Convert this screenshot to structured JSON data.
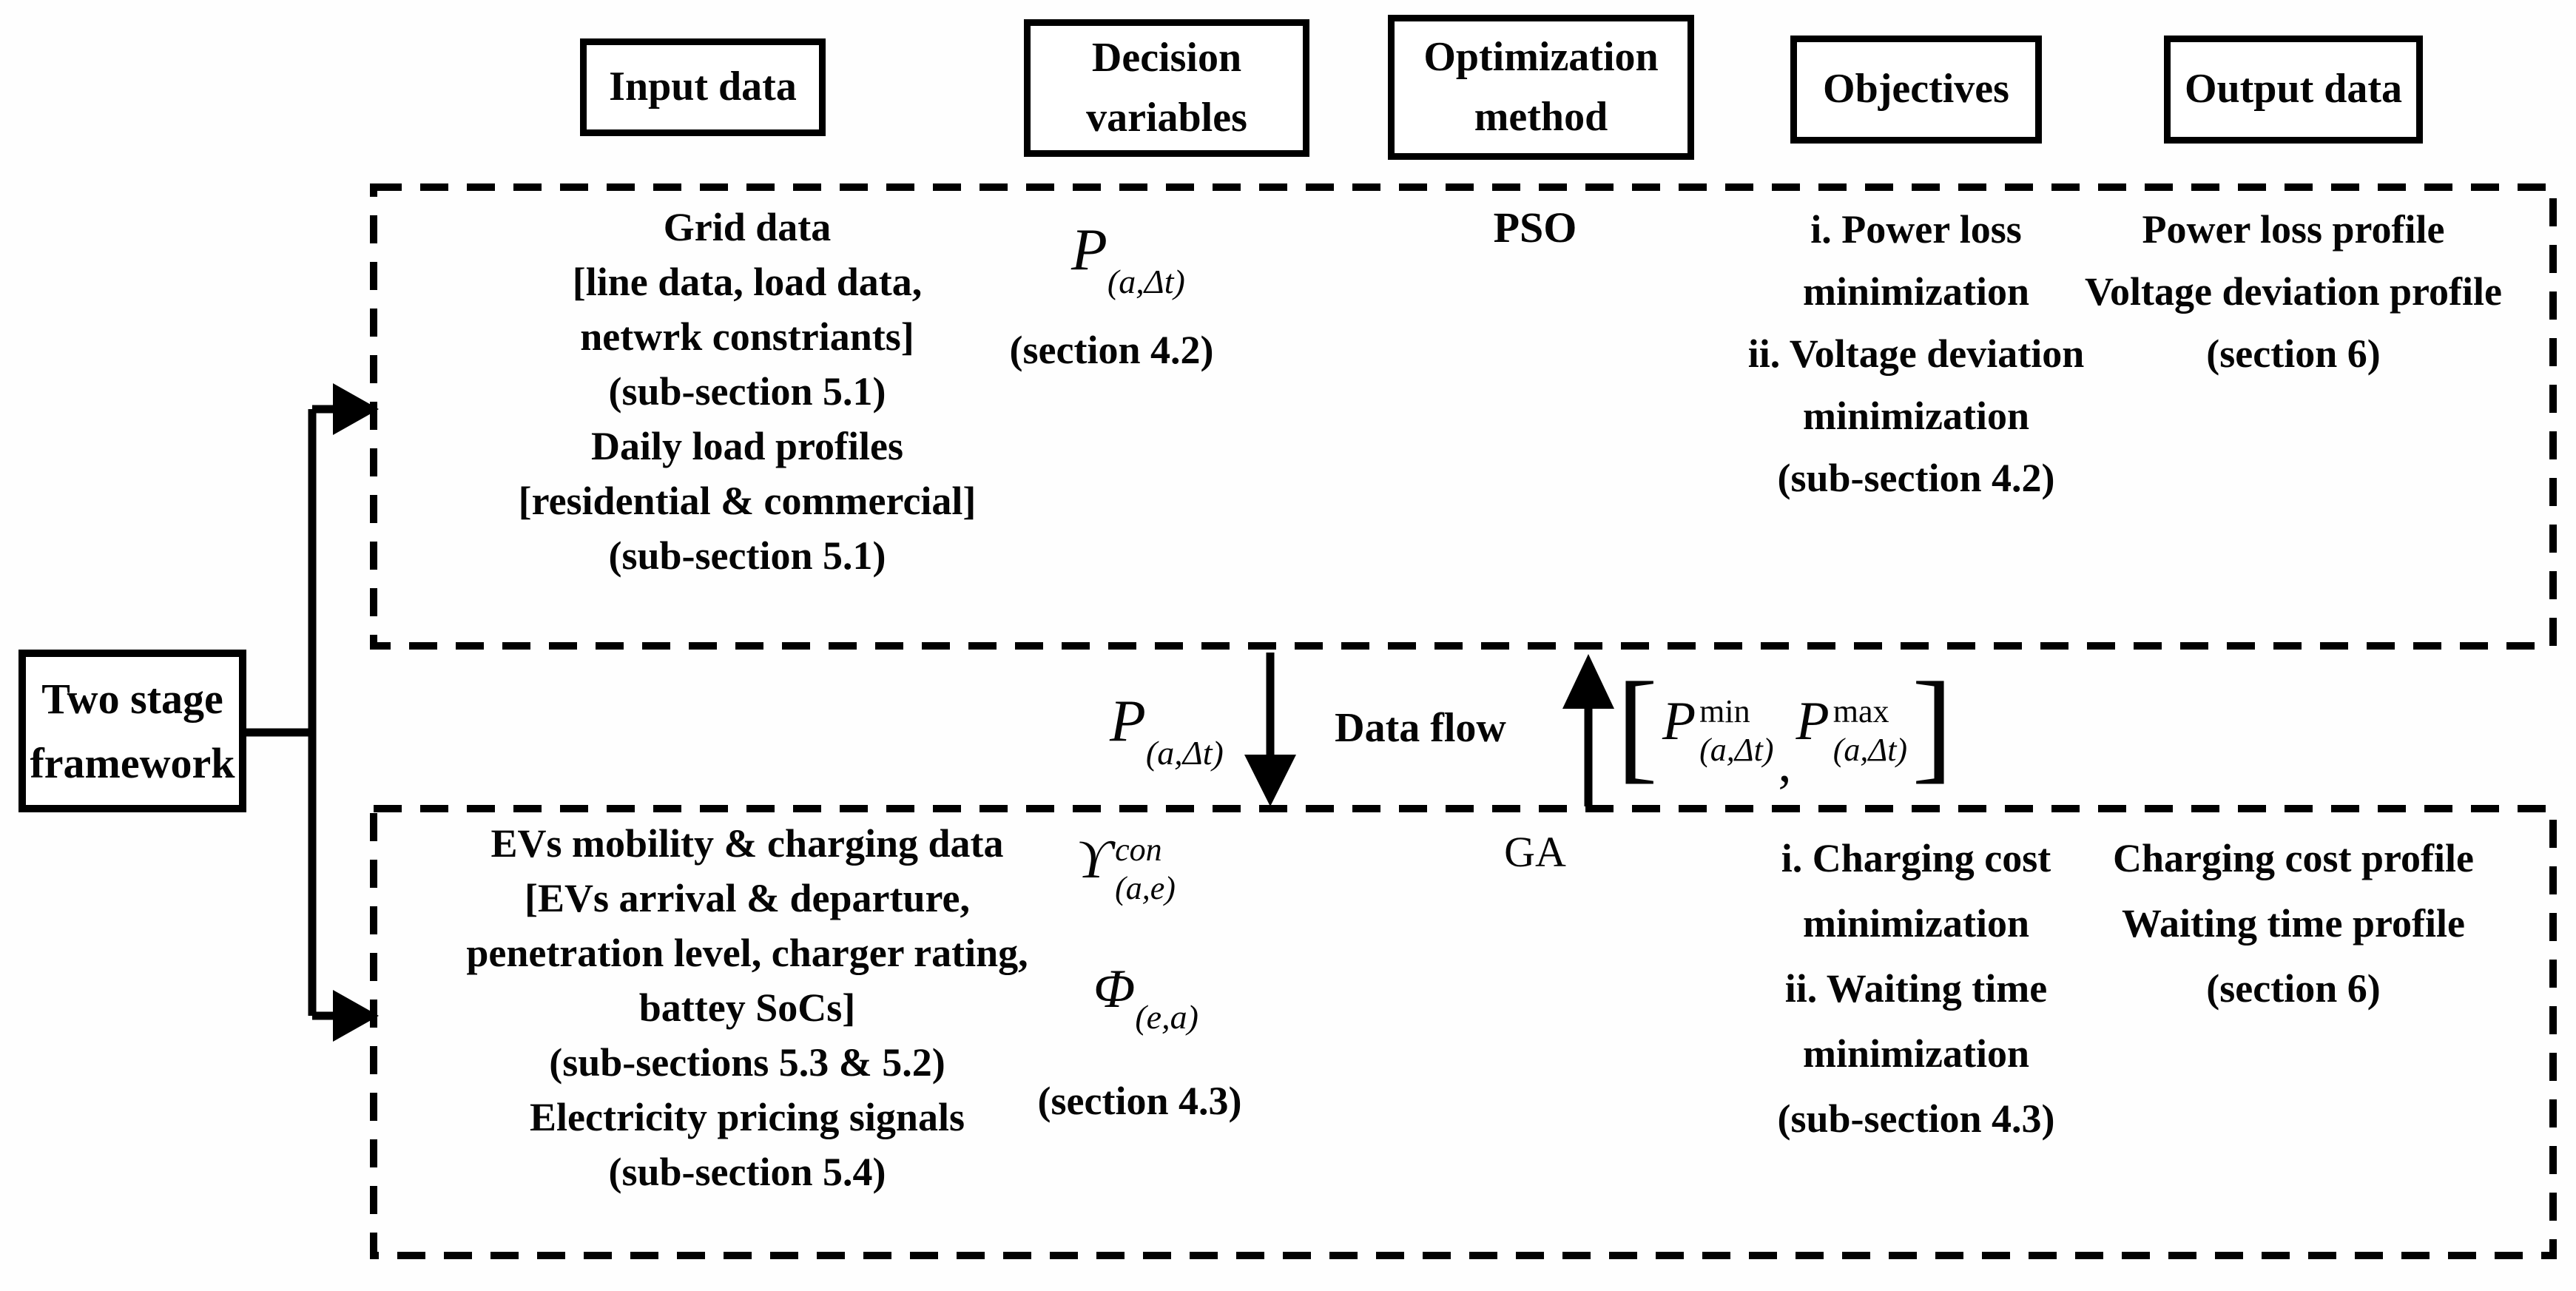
{
  "headers": {
    "input": "Input data",
    "decision": "Decision variables",
    "method": "Optimization method",
    "objectives": "Objectives",
    "output": "Output data"
  },
  "framework": {
    "line1": "Two stage",
    "line2": "framework"
  },
  "stage1": {
    "input_lines": [
      "Grid data",
      "[line data, load data,",
      "netwrk constriants]",
      "(sub-section 5.1)",
      "Daily load profiles",
      "[residential & commercial]",
      "(sub-section 5.1)"
    ],
    "decision": {
      "base": "P",
      "sub": "(a,Δt)",
      "section": "(section 4.2)"
    },
    "method": "PSO",
    "objective_lines": [
      "i. Power loss",
      "minimization",
      "ii. Voltage deviation",
      "minimization",
      "(sub-section 4.2)"
    ],
    "output_lines": [
      "Power loss profile",
      "Voltage deviation profile",
      "(section 6)"
    ]
  },
  "dataflow": {
    "down_var": {
      "base": "P",
      "sub": "(a,Δt)"
    },
    "label": "Data flow",
    "range": {
      "open": "[",
      "min": {
        "base": "P",
        "sup": "min",
        "sub": "(a,Δt)"
      },
      "separator": ",",
      "max": {
        "base": "P",
        "sup": "max",
        "sub": "(a,Δt)"
      },
      "close": "]"
    }
  },
  "stage2": {
    "input_lines": [
      "EVs mobility & charging data",
      "[EVs arrival & departure,",
      "penetration level, charger rating,",
      "battey SoCs]",
      "(sub-sections 5.3 & 5.2)",
      "Electricity pricing signals",
      "(sub-section 5.4)"
    ],
    "decision": {
      "var1": {
        "base": "ϒ",
        "sup": "con",
        "sub": "(a,e)"
      },
      "var2": {
        "base": "Φ",
        "sub": "(e,a)"
      },
      "section": "(section 4.3)"
    },
    "method": "GA",
    "objective_lines": [
      "i. Charging cost",
      "minimization",
      "ii. Waiting time",
      "minimization",
      "(sub-section 4.3)"
    ],
    "output_lines": [
      "Charging cost profile",
      "Waiting time profile",
      "(section 6)"
    ]
  }
}
